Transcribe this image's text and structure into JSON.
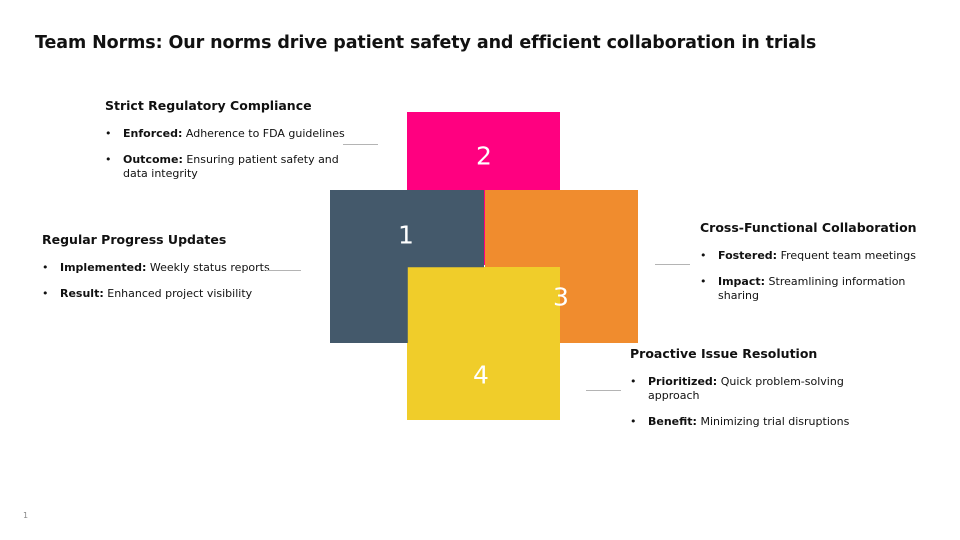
{
  "title": "Team Norms: Our norms drive patient safety and efficient collaboration in trials",
  "page_number": "1",
  "colors": {
    "slate": "#44596b",
    "magenta": "#ff0080",
    "orange": "#f08c2e",
    "yellow": "#f0cd2a"
  },
  "quadrants": [
    {
      "number": "1",
      "color": "slate"
    },
    {
      "number": "2",
      "color": "magenta"
    },
    {
      "number": "3",
      "color": "orange"
    },
    {
      "number": "4",
      "color": "yellow"
    }
  ],
  "blocks": {
    "compliance": {
      "heading": "Strict Regulatory Compliance",
      "items": [
        {
          "label": "Enforced:",
          "text": "Adherence to FDA guidelines"
        },
        {
          "label": "Outcome:",
          "text": "Ensuring patient safety and data integrity"
        }
      ]
    },
    "progress": {
      "heading": "Regular Progress Updates",
      "items": [
        {
          "label": "Implemented:",
          "text": "Weekly status reports"
        },
        {
          "label": "Result:",
          "text": "Enhanced project visibility"
        }
      ]
    },
    "collaboration": {
      "heading": "Cross-Functional Collaboration",
      "items": [
        {
          "label": "Fostered:",
          "text": "Frequent team meetings"
        },
        {
          "label": "Impact:",
          "text": "Streamlining information sharing"
        }
      ]
    },
    "resolution": {
      "heading": "Proactive Issue Resolution",
      "items": [
        {
          "label": "Prioritized:",
          "text": "Quick problem-solving approach"
        },
        {
          "label": "Benefit:",
          "text": "Minimizing trial disruptions"
        }
      ]
    }
  }
}
